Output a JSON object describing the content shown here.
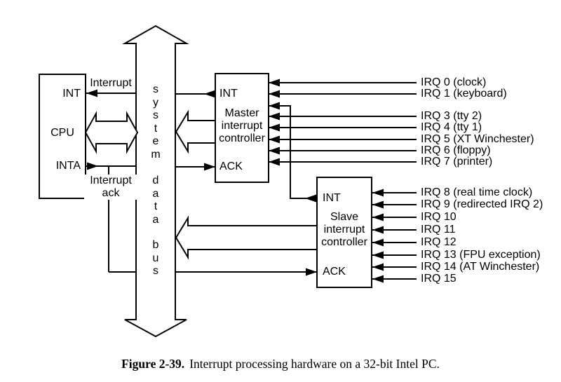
{
  "diagram": {
    "cpu": {
      "title": "CPU",
      "pin_int": "INT",
      "pin_inta": "INTA"
    },
    "bus": {
      "words": [
        "system",
        "data",
        "bus"
      ]
    },
    "master_controller": {
      "pin_int": "INT",
      "name": "Master interrupt controller",
      "pin_ack": "ACK"
    },
    "slave_controller": {
      "pin_int": "INT",
      "name": "Slave interrupt controller",
      "pin_ack": "ACK"
    },
    "wire_labels": {
      "interrupt": "Interrupt",
      "interrupt_ack": "Interrupt ack"
    },
    "irq_master": [
      "IRQ 0 (clock)",
      "IRQ 1 (keyboard)",
      "IRQ 3 (tty 2)",
      "IRQ 4 (tty 1)",
      "IRQ 5 (XT Winchester)",
      "IRQ 6 (floppy)",
      "IRQ 7 (printer)"
    ],
    "irq_slave": [
      "IRQ 8 (real time clock)",
      "IRQ 9 (redirected IRQ 2)",
      "IRQ 10",
      "IRQ 11",
      "IRQ 12",
      "IRQ 13 (FPU exception)",
      "IRQ 14 (AT Winchester)",
      "IRQ 15"
    ]
  },
  "caption": {
    "label": "Figure 2-39.",
    "text": "Interrupt processing hardware on a 32-bit Intel PC."
  },
  "colors": {
    "ink": "#000000",
    "background": "#ffffff"
  }
}
